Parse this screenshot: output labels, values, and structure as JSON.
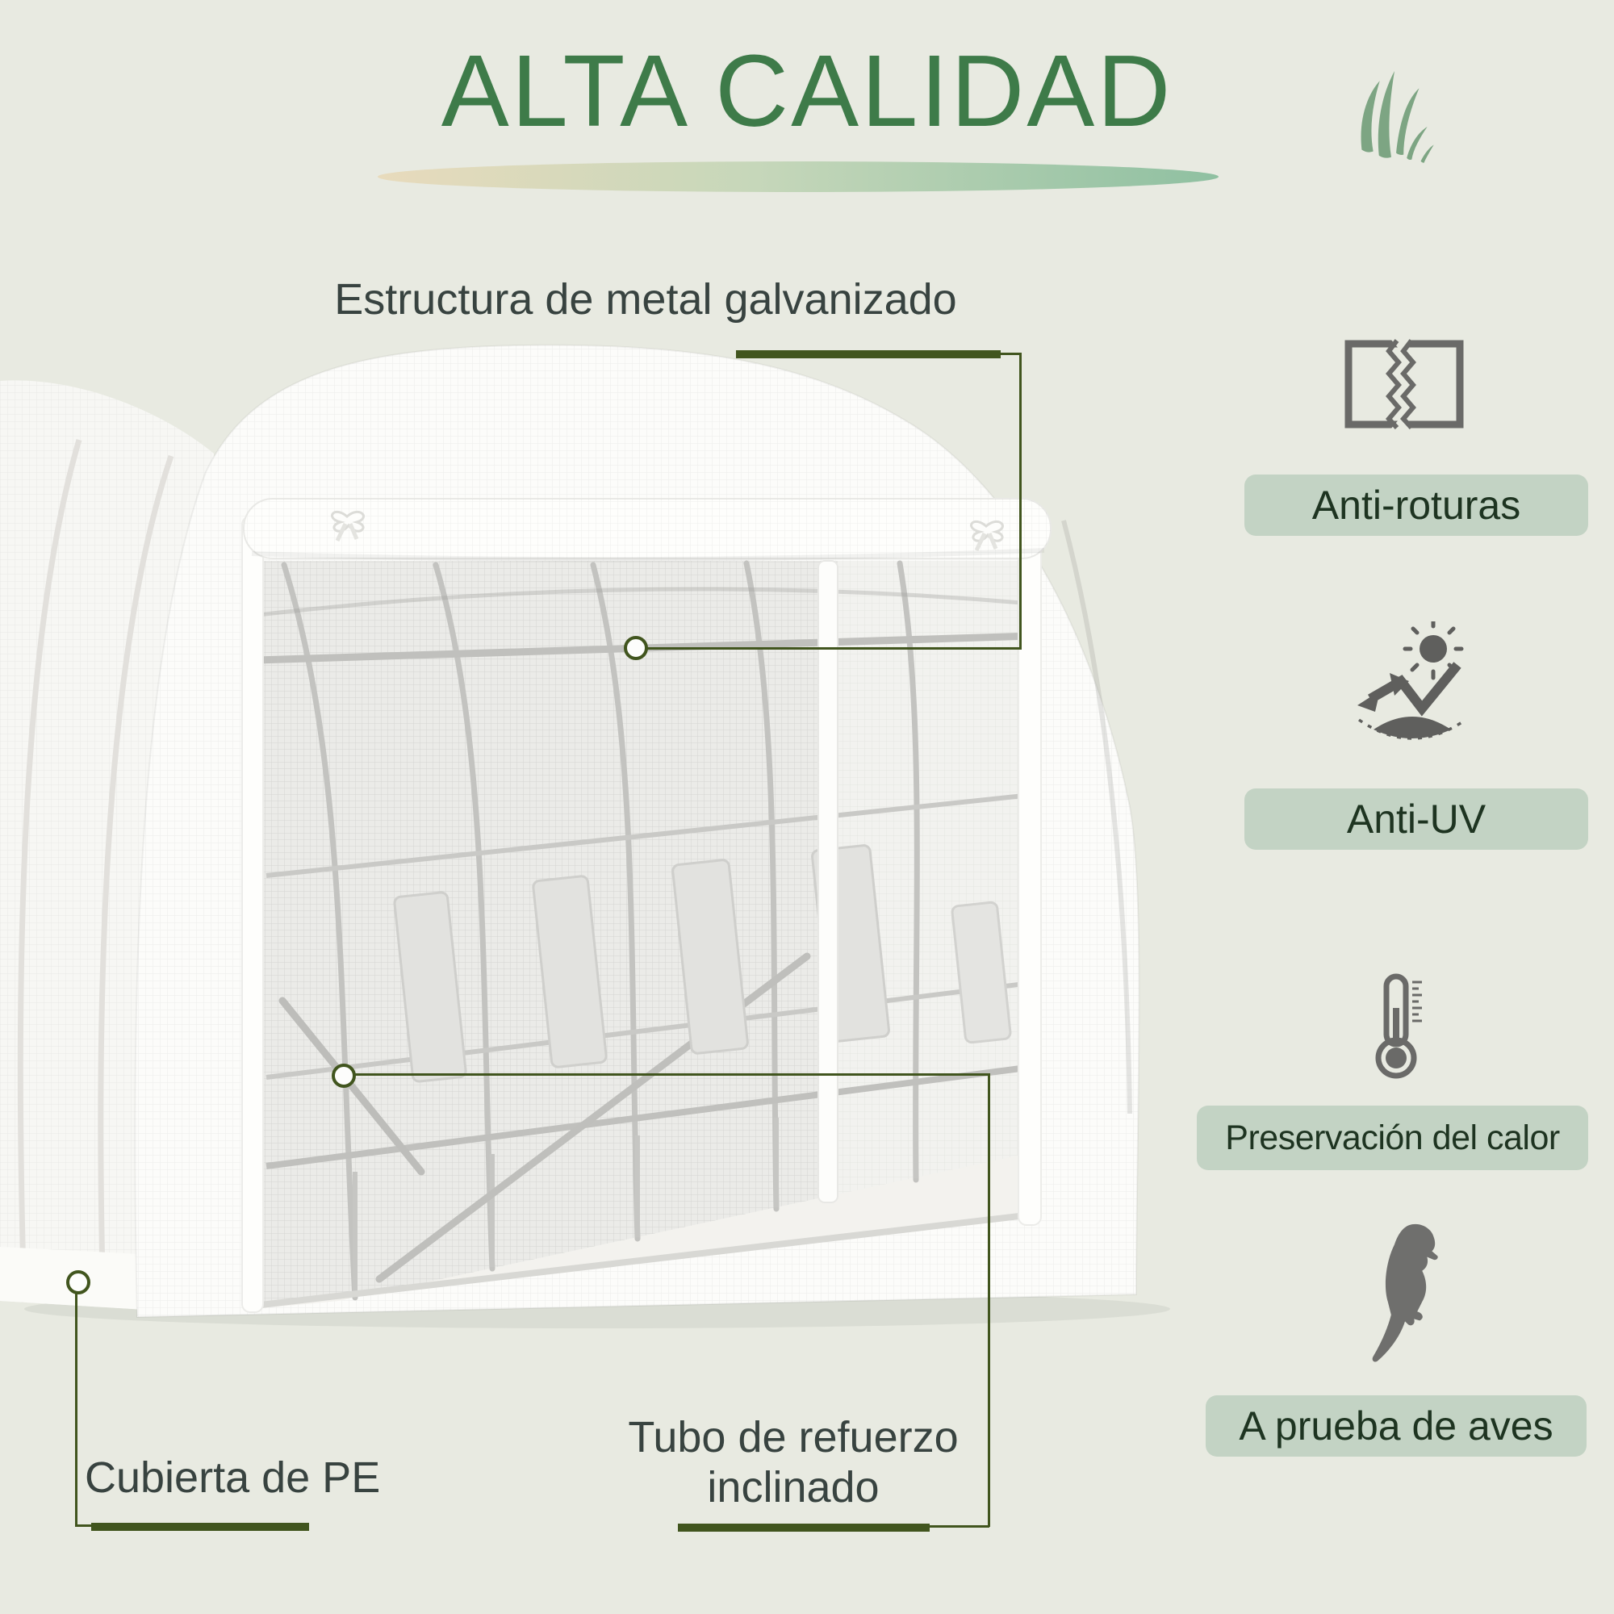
{
  "page": {
    "background_color": "#e8eae1",
    "accent_green": "#41551e",
    "title_green": "#3e7b49",
    "band_background": "#c3d3c4",
    "band_text_color": "#1e3421",
    "label_text_color": "#384340",
    "icon_gray": "#646462",
    "grass_green": "#7da583"
  },
  "header": {
    "title": "ALTA CALIDAD"
  },
  "product": {
    "illustration": "white-polytunnel-greenhouse-with-rolled-up-door"
  },
  "callouts": {
    "estructura": {
      "label": "Estructura de metal galvanizado"
    },
    "tubo": {
      "line1": "Tubo de refuerzo",
      "line2": "inclinado"
    },
    "cubierta": {
      "label": "Cubierta de PE"
    }
  },
  "features": [
    {
      "icon": "tear-resistance-icon",
      "label": "Anti-roturas"
    },
    {
      "icon": "anti-uv-icon",
      "label": "Anti-UV"
    },
    {
      "icon": "heat-preservation-icon",
      "label": "Preservación del calor"
    },
    {
      "icon": "bird-proof-icon",
      "label": "A prueba de aves"
    }
  ]
}
